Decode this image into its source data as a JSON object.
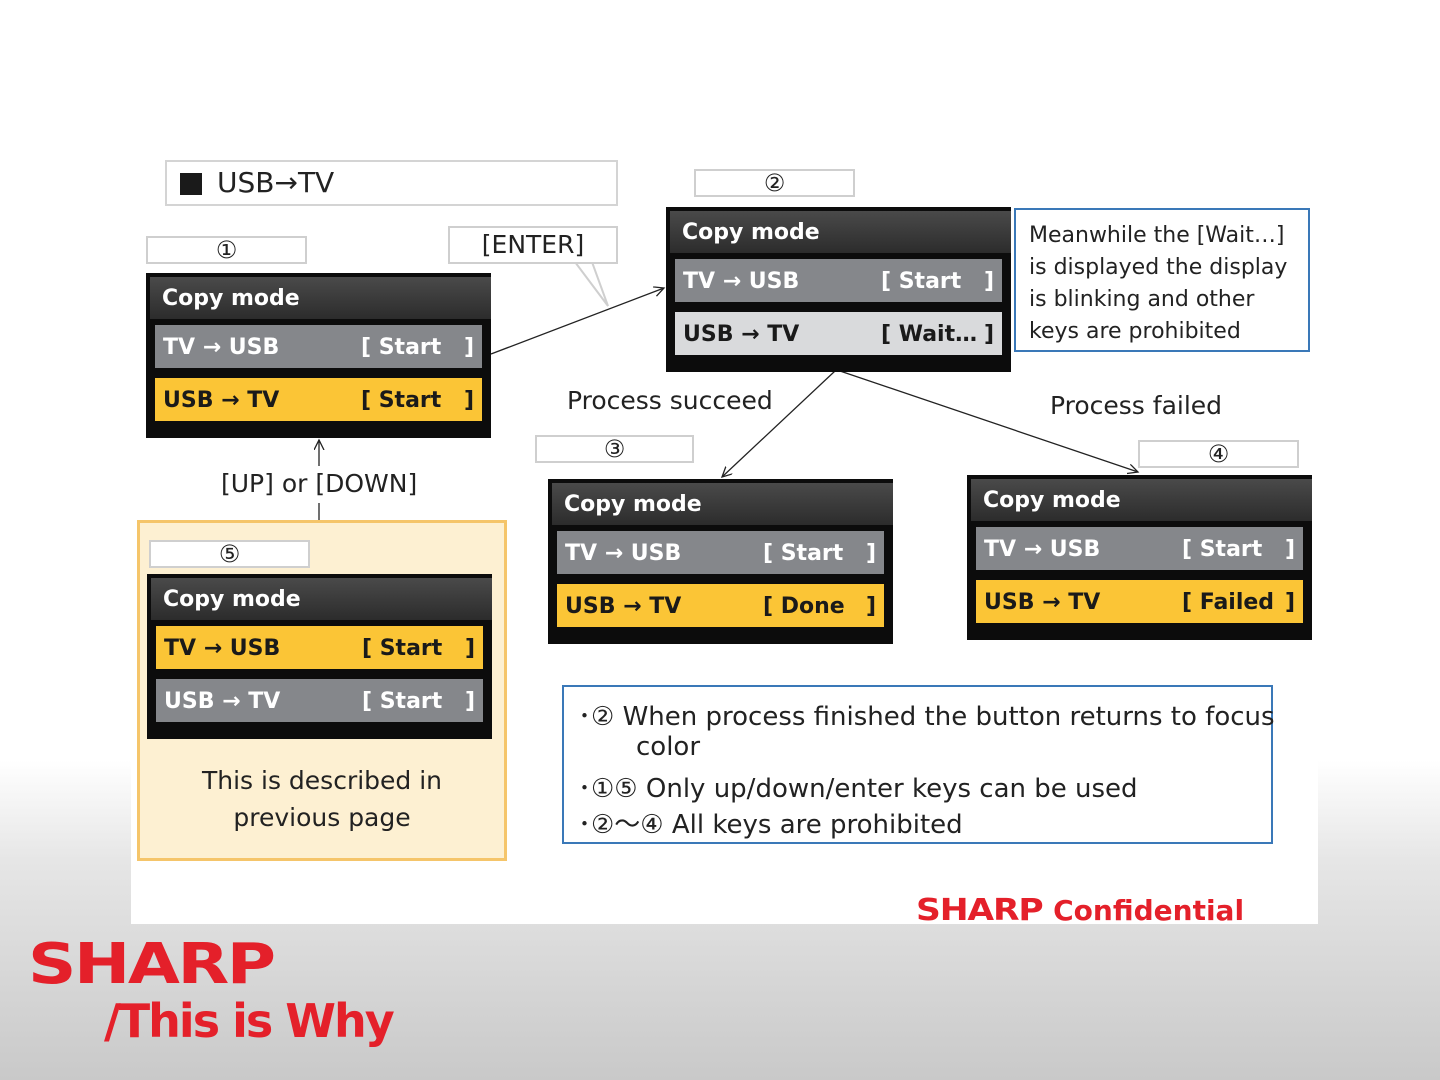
{
  "title": "USB→TV",
  "enter_label": "[ENTER]",
  "updown_label": "[UP] or [DOWN]",
  "process_succeed": "Process succeed",
  "process_failed": "Process failed",
  "steps": {
    "s1": "①",
    "s2": "②",
    "s3": "③",
    "s4": "④",
    "s5": "⑤"
  },
  "menu_title": "Copy mode",
  "menus": {
    "m1": {
      "row1": {
        "label": "TV → USB",
        "status": "[ Start",
        "end": "]"
      },
      "row2": {
        "label": "USB → TV",
        "status": "[ Start",
        "end": "]"
      }
    },
    "m2": {
      "row1": {
        "label": "TV → USB",
        "status": "[ Start",
        "end": "]"
      },
      "row2": {
        "label": "USB → TV",
        "status": "[ Wait…",
        "end": "]"
      }
    },
    "m3": {
      "row1": {
        "label": "TV → USB",
        "status": "[ Start",
        "end": "]"
      },
      "row2": {
        "label": "USB → TV",
        "status": "[ Done",
        "end": "]"
      }
    },
    "m4": {
      "row1": {
        "label": "TV → USB",
        "status": "[ Start",
        "end": "]"
      },
      "row2": {
        "label": "USB → TV",
        "status": "[ Failed",
        "end": "]"
      }
    },
    "m5": {
      "row1": {
        "label": "TV → USB",
        "status": "[ Start",
        "end": "]"
      },
      "row2": {
        "label": "USB → TV",
        "status": "[ Start",
        "end": "]"
      }
    }
  },
  "wait_note": {
    "line1": "Meanwhile the [Wait…]",
    "line2": "is displayed the display",
    "line3": "is blinking and other",
    "line4": "keys are prohibited"
  },
  "desc_note": {
    "line1": "This is described in",
    "line2": "previous page"
  },
  "notes": {
    "n1": "･② When process finished the button returns to focus",
    "n1b": "color",
    "n2": "･①⑤ Only up/down/enter keys can be used",
    "n3": "･②～④ All keys are prohibited"
  },
  "brand": {
    "confidential_logo": "SHARP",
    "confidential": "Confidential",
    "logo": "SHARP",
    "tagline": "/This is Why"
  },
  "colors": {
    "focus_yellow": "#fbc536",
    "menu_gray": "#85878b",
    "sharp_red": "#e4202a",
    "note_blue": "#3a78b8"
  }
}
